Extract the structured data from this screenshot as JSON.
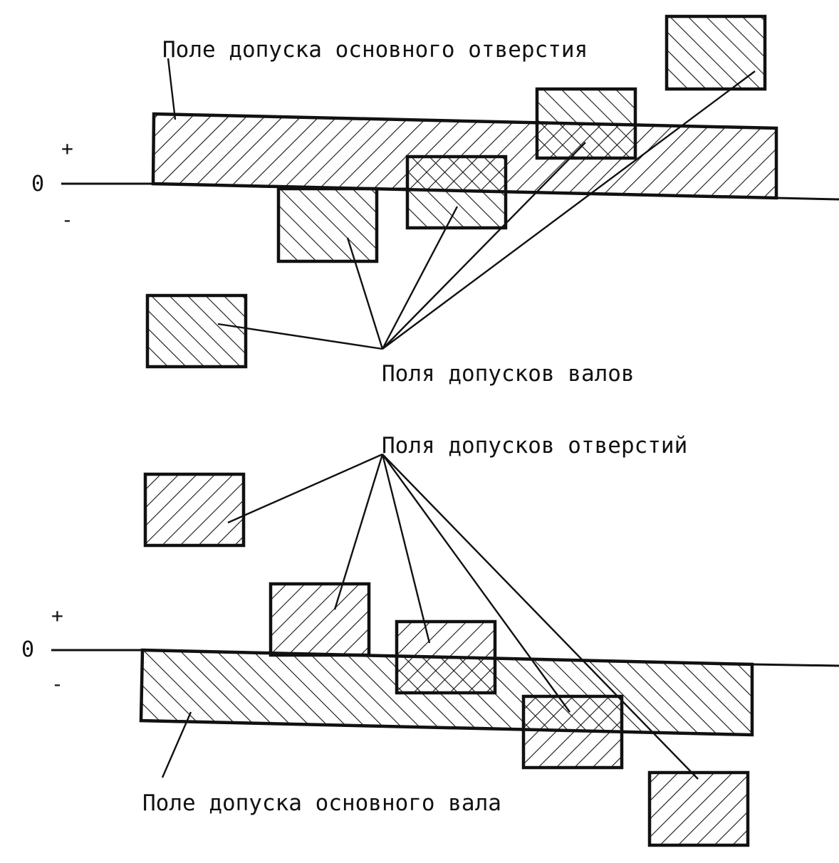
{
  "top": {
    "label_main": "Поле допуска основного отверстия",
    "label_group": "Поля допусков валов",
    "zero": "0",
    "plus": "+",
    "minus": "-"
  },
  "bottom": {
    "label_main": "Поле допуска основного вала",
    "label_group": "Поля допусков отверстий",
    "zero": "0",
    "plus": "+",
    "minus": "-"
  },
  "colors": {
    "ink": "#111111",
    "paper": "#ffffff"
  }
}
